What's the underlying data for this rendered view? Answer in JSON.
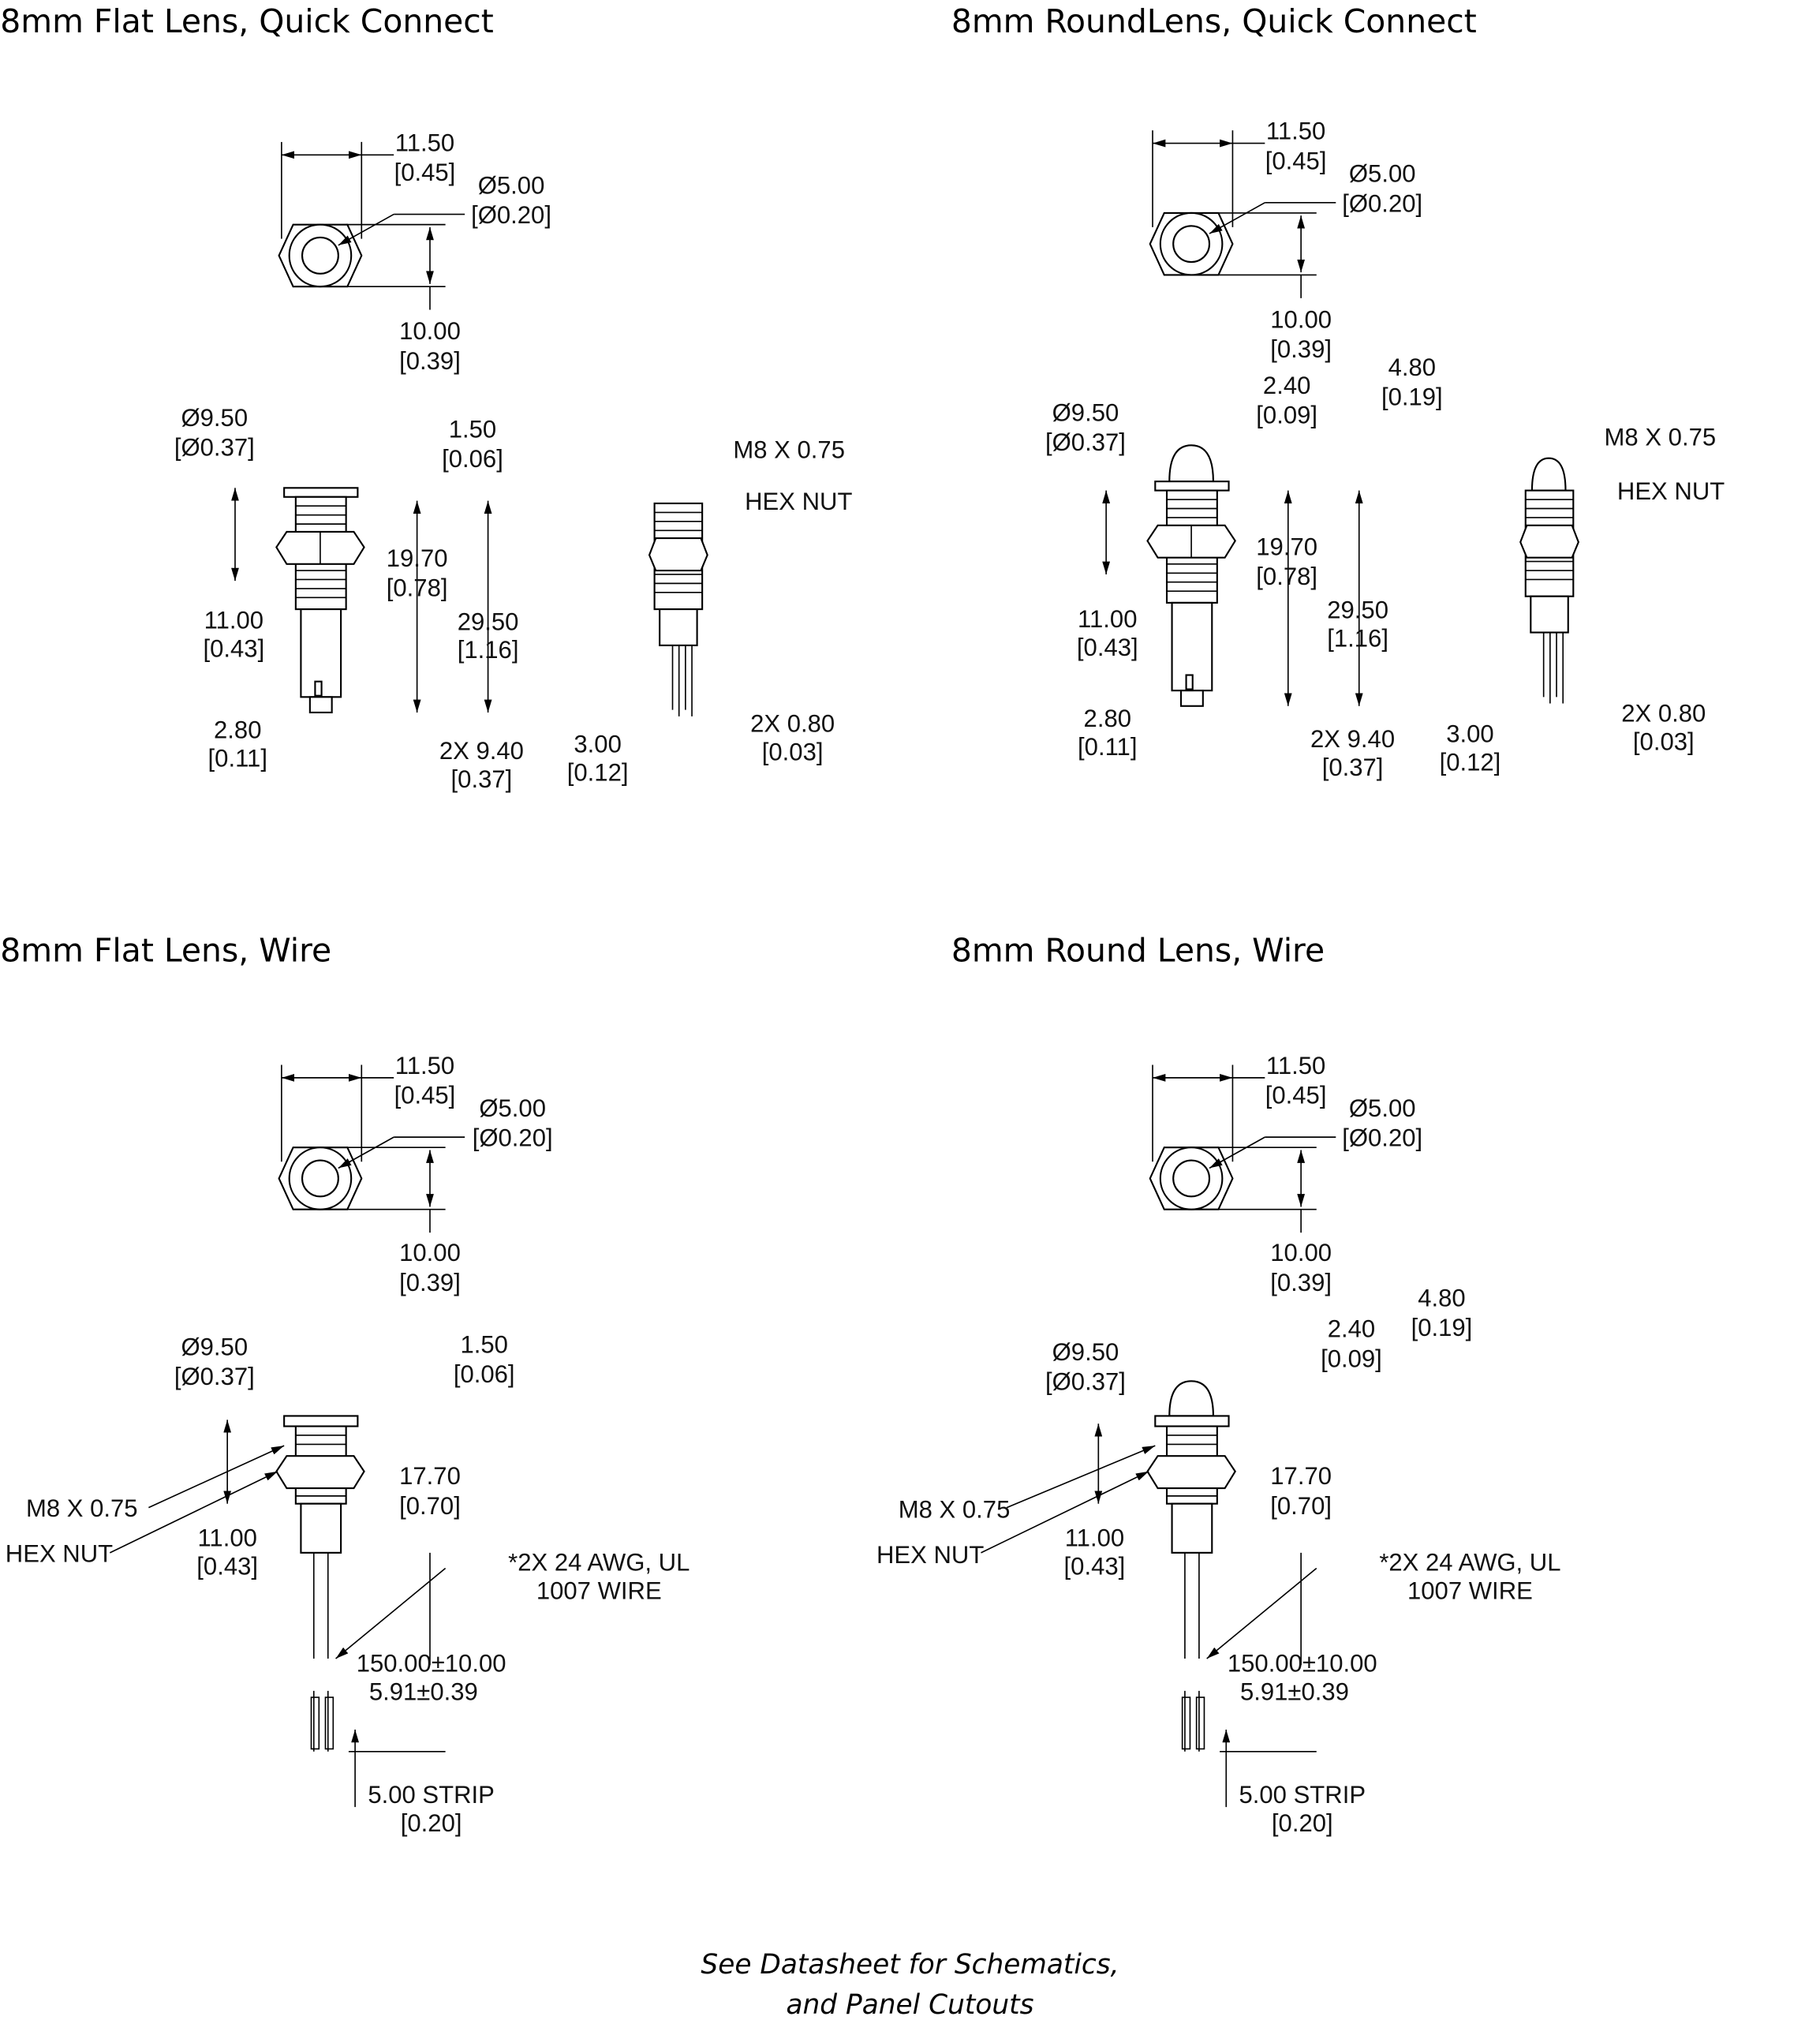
{
  "panels": [
    {
      "title": "8mm Flat Lens, Quick Connect",
      "labels": [
        "11.50",
        "[0.45]",
        "Ø5.00",
        "[Ø0.20]",
        "10.00",
        "[0.39]",
        "Ø9.50",
        "[Ø0.37]",
        "1.50",
        "[0.06]",
        "19.70",
        "[0.78]",
        "11.00",
        "[0.43]",
        "29.50",
        "[1.16]",
        "2.80",
        "[0.11]",
        "2X 9.40",
        "[0.37]",
        "M8 X 0.75",
        "HEX NUT",
        "3.00",
        "[0.12]",
        "2X 0.80",
        "[0.03]"
      ]
    },
    {
      "title": "8mm RoundLens, Quick Connect",
      "labels": [
        "11.50",
        "[0.45]",
        "Ø5.00",
        "[Ø0.20]",
        "10.00",
        "[0.39]",
        "Ø9.50",
        "[Ø0.37]",
        "4.80",
        "[0.19]",
        "2.40",
        "[0.09]",
        "19.70",
        "[0.78]",
        "11.00",
        "[0.43]",
        "29.50",
        "[1.16]",
        "2.80",
        "[0.11]",
        "2X 9.40",
        "[0.37]",
        "M8 X 0.75",
        "HEX NUT",
        "3.00",
        "[0.12]",
        "2X 0.80",
        "[0.03]"
      ]
    },
    {
      "title": "8mm Flat Lens, Wire",
      "labels": [
        "11.50",
        "[0.45]",
        "Ø5.00",
        "[Ø0.20]",
        "10.00",
        "[0.39]",
        "Ø9.50",
        "[Ø0.37]",
        "1.50",
        "[0.06]",
        "17.70",
        "[0.70]",
        "M8 X 0.75",
        "HEX NUT",
        "11.00",
        "[0.43]",
        "*2X 24 AWG, UL",
        "1007 WIRE",
        "150.00±10.00",
        "5.91±0.39",
        "5.00 STRIP",
        "[0.20]"
      ]
    },
    {
      "title": "8mm Round Lens, Wire",
      "labels": [
        "11.50",
        "[0.45]",
        "Ø5.00",
        "[Ø0.20]",
        "10.00",
        "[0.39]",
        "4.80",
        "[0.19]",
        "2.40",
        "[0.09]",
        "Ø9.50",
        "[Ø0.37]",
        "17.70",
        "[0.70]",
        "M8 X 0.75",
        "HEX NUT",
        "11.00",
        "[0.43]",
        "*2X 24 AWG, UL",
        "1007 WIRE",
        "150.00±10.00",
        "5.91±0.39",
        "5.00 STRIP",
        "[0.20]"
      ]
    }
  ],
  "footer": {
    "line1": "See Datasheet for Schematics,",
    "line2": "and Panel Cutouts"
  }
}
